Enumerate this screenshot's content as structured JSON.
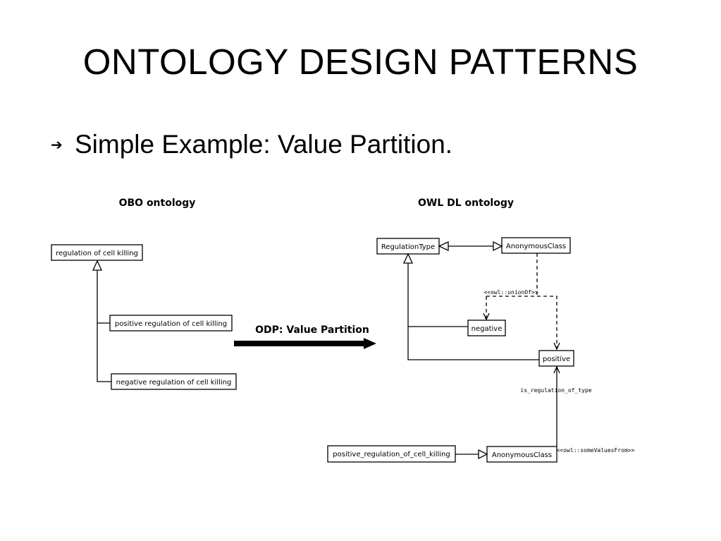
{
  "title": "ONTOLOGY DESIGN PATTERNS",
  "bullet": {
    "icon": "arrow-right-icon",
    "text": "Simple Example: Value Partition."
  },
  "diagram": {
    "obo_title": "OBO ontology",
    "owl_title": "OWL DL ontology",
    "odp_label": "ODP: Value Partition",
    "obo": {
      "parent": "regulation of cell killing",
      "positive": "positive regulation of cell killing",
      "negative": "negative regulation of cell killing"
    },
    "owl": {
      "regulation_type": "RegulationType",
      "anonymous_class_top": "AnonymousClass",
      "union_of": "<<owl::unionOf>>",
      "negative": "negative",
      "positive": "positive",
      "is_regulation_of_type": "is_regulation_of_type",
      "positive_regulation": "positive_regulation_of_cell_killing",
      "anonymous_class_bottom": "AnonymousClass",
      "some_values_from": "<<owl::someValuesFrom>>"
    }
  }
}
